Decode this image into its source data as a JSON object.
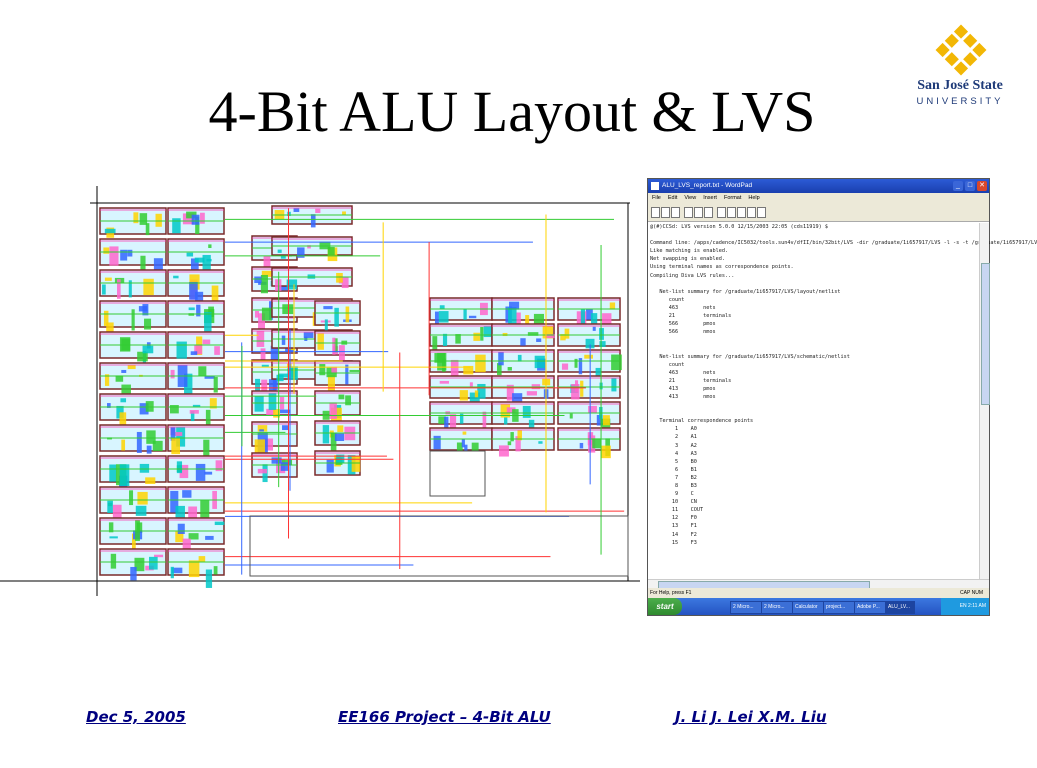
{
  "slide": {
    "title": "4-Bit ALU Layout & LVS",
    "footer_left": "Dec 5, 2005",
    "footer_center": "EE166 Project – 4-Bit ALU",
    "footer_right": "J. Li  J. Lei  X.M. Liu"
  },
  "logo": {
    "name": "San José State",
    "sub": "UNIVERSITY"
  },
  "wordpad": {
    "title": "ALU_LVS_report.txt - WordPad",
    "menu": [
      "File",
      "Edit",
      "View",
      "Insert",
      "Format",
      "Help"
    ],
    "lines": [
      "@(#)CCSd: LVS version 5.0.0 12/15/2003 22:05 (cds11919) $",
      "",
      "Command line: /apps/cadence/IC5032/tools.sun4v/dfII/bin/32bit/LVS -dir /graduate/1i657917/LVS -l -s -t /graduate/1i657917/LV",
      "Like matching is enabled.",
      "Net swapping is enabled.",
      "Using terminal names as correspondence points.",
      "Compiling Diva LVS rules...",
      "",
      "   Net-list summary for /graduate/1i657917/LVS/layout/netlist",
      "      count",
      "      463        nets",
      "      21         terminals",
      "      566        pmos",
      "      566        nmos",
      "",
      "",
      "   Net-list summary for /graduate/1i657917/LVS/schematic/netlist",
      "      count",
      "      463        nets",
      "      21         terminals",
      "      413        pmos",
      "      413        nmos",
      "",
      "",
      "   Terminal correspondence points",
      "        1    A0",
      "        2    A1",
      "        3    A2",
      "        4    A3",
      "        5    B0",
      "        6    B1",
      "        7    B2",
      "        8    B3",
      "        9    C",
      "       10    CN",
      "       11    COUT",
      "       12    F0",
      "       13    F1",
      "       14    F2",
      "       15    F3"
    ],
    "status_left": "For Help, press F1",
    "status_right": "CAP  NUM",
    "taskbar": {
      "start": "start",
      "tasks": [
        "2 Micro...",
        "2 Micro...",
        "Calculator",
        "project...",
        "Adobe P...",
        "ALU_LV..."
      ],
      "tray": "EN   2:11 AM"
    }
  },
  "colors": {
    "footer": "#000080",
    "logo_gold": "#f2b705",
    "logo_blue": "#1e3a78"
  }
}
